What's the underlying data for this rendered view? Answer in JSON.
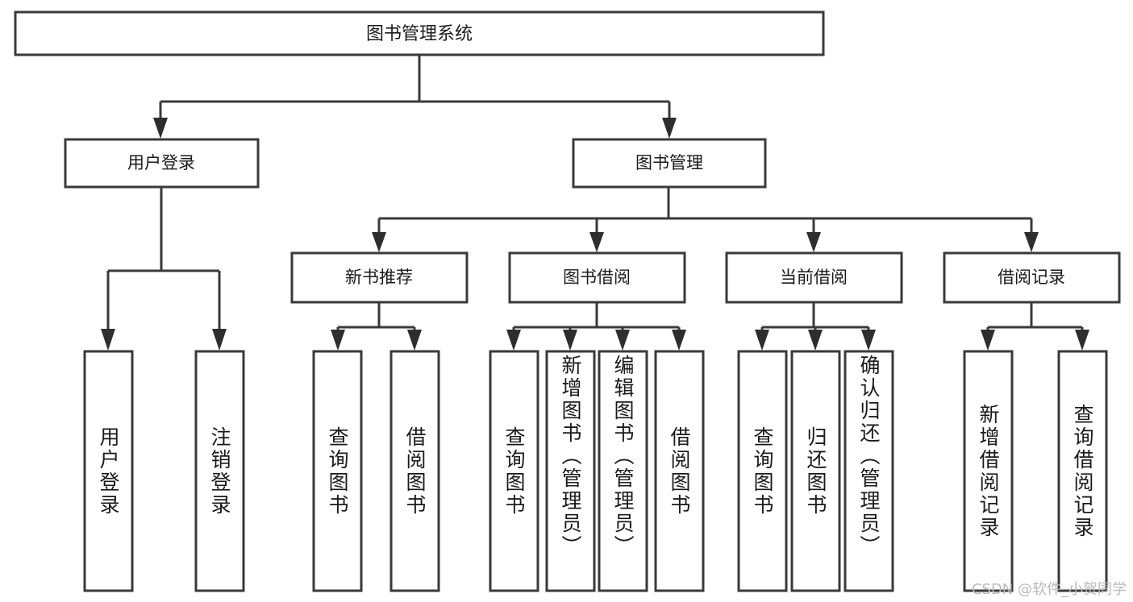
{
  "diagram": {
    "title": "图书管理系统",
    "type": "hierarchy-tree",
    "background_color": "#ffffff",
    "box_stroke_color": "#3a3a3a",
    "text_color": "#1a1a1a",
    "watermark": "CSDN @软件_小贺同学"
  },
  "root": {
    "label": "图书管理系统"
  },
  "level2": [
    {
      "label": "用户登录"
    },
    {
      "label": "图书管理"
    }
  ],
  "level3": [
    {
      "label": "新书推荐"
    },
    {
      "label": "图书借阅"
    },
    {
      "label": "当前借阅"
    },
    {
      "label": "借阅记录"
    }
  ],
  "leaves": {
    "user_login": [
      {
        "label": "用户登录"
      },
      {
        "label": "注销登录"
      }
    ],
    "new_book_recommend": [
      {
        "label": "查询图书"
      },
      {
        "label": "借阅图书"
      }
    ],
    "book_borrow": [
      {
        "label": "查询图书"
      },
      {
        "label": "新增图书（管理员）"
      },
      {
        "label": "编辑图书（管理员）"
      },
      {
        "label": "借阅图书"
      }
    ],
    "current_borrow": [
      {
        "label": "查询图书"
      },
      {
        "label": "归还图书"
      },
      {
        "label": "确认归还（管理员）"
      }
    ],
    "borrow_record": [
      {
        "label": "新增借阅记录"
      },
      {
        "label": "查询借阅记录"
      }
    ]
  }
}
